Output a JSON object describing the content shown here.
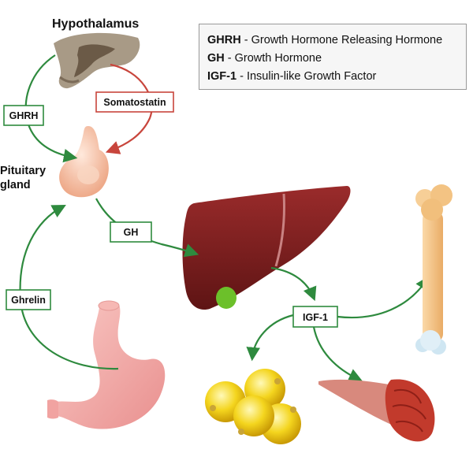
{
  "labels": {
    "hypothalamus": "Hypothalamus",
    "pituitary_line1": "Pituitary",
    "pituitary_line2": "gland",
    "ghrh": "GHRH",
    "somatostatin": "Somatostatin",
    "gh": "GH",
    "ghrelin": "Ghrelin",
    "igf1": "IGF-1"
  },
  "legend": [
    {
      "term": "GHRH",
      "definition": " - Growth Hormone Releasing Hormone"
    },
    {
      "term": "GH",
      "definition": " - Growth Hormone"
    },
    {
      "term": "IGF-1",
      "definition": " - Insulin-like Growth Factor"
    }
  ],
  "colors": {
    "stimulate_arrow": "#2e8a3e",
    "inhibit_arrow": "#c8453c",
    "liver": "#7c1e1e",
    "gallbladder": "#6cc02a",
    "bone": "#f4c58a",
    "fat": "#f2d21a",
    "muscle": "#c23a2c",
    "stomach": "#f3a9a8",
    "pituitary": "#f7c7ad"
  }
}
